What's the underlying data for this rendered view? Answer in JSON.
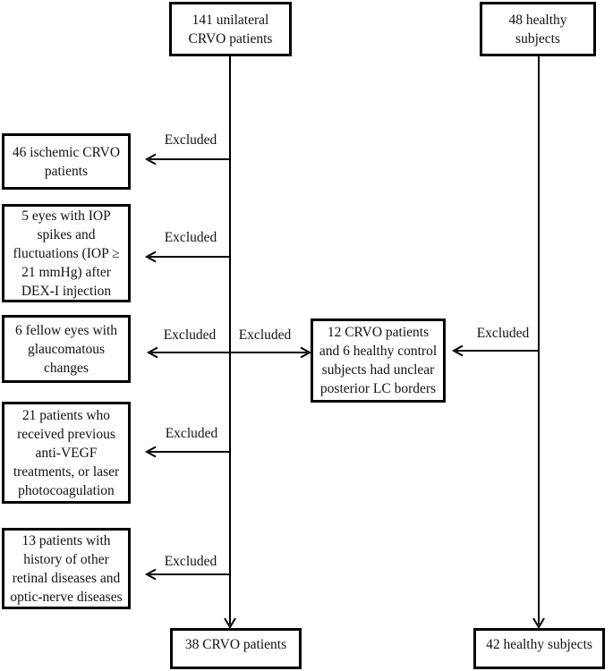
{
  "figure": {
    "background": "#ffffff",
    "line_color": "#000000",
    "text_color": "#121212"
  },
  "labels": {
    "excluded": "Excluded"
  },
  "nodes": {
    "crvo_initial": {
      "text": "141 unilateral\nCRVO patients"
    },
    "healthy_initial": {
      "text": "48 healthy\nsubjects"
    },
    "excl_ischemic": {
      "text": "46 ischemic CRVO\npatients"
    },
    "excl_iop": {
      "text": "5 eyes with IOP\nspikes and\nfluctuations (IOP ≥\n21 mmHg) after\nDEX-I injection"
    },
    "excl_glaucoma": {
      "text": "6 fellow eyes with\nglaucomatous\nchanges"
    },
    "excl_unclear_lc": {
      "text": "12 CRVO patients\nand 6 healthy control\nsubjects had unclear\nposterior LC borders"
    },
    "excl_prior_tx": {
      "text": "21 patients who\nreceived previous\nanti-VEGF\ntreatments, or laser\nphotocoagulation"
    },
    "excl_other_dz": {
      "text": "13 patients with\nhistory of other\nretinal diseases and\noptic-nerve diseases"
    },
    "crvo_final": {
      "text": "38 CRVO patients"
    },
    "healthy_final": {
      "text": "42 healthy subjects"
    }
  }
}
